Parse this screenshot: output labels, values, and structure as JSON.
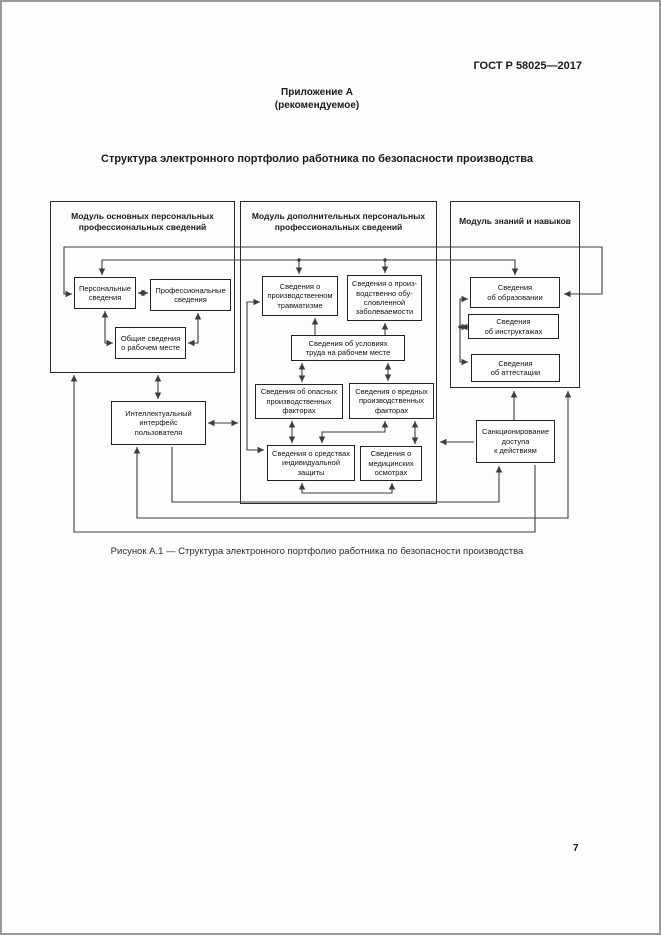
{
  "page": {
    "doc_code": "ГОСТ Р 58025—2017",
    "annex_line1": "Приложение А",
    "annex_line2": "(рекомендуемое)",
    "section_title": "Структура электронного портфолио работника по безопасности производства",
    "figure_caption": "Рисунок А.1 — Структура электронного портфолио работника по безопасности производства",
    "page_number": "7"
  },
  "diagram": {
    "line_color": "#3d3d3d",
    "box_border_color": "#232323",
    "modules": {
      "main": {
        "title": "Модуль основных персональных\nпрофессиональных сведений"
      },
      "additional": {
        "title": "Модуль дополнительных персональных\nпрофессиональных сведений"
      },
      "skills": {
        "title": "Модуль знаний и навыков"
      }
    },
    "boxes": {
      "personal": "Персональные\nсведения",
      "professional": "Профессиональные\nсведения",
      "workplace_common": "Общие сведения\nо рабочем месте",
      "injuries": "Сведения о\nпроизводственном\nтравматизме",
      "occupational_disease": "Сведения о произ-\nводственно обу-\nсловленной\nзаболеваемости",
      "work_conditions": "Сведения об условиях\nтруда на рабочем месте",
      "dangerous_factors": "Сведения об опасных\nпроизводственных\nфакторах",
      "harmful_factors": "Сведения о вредных\nпроизводственных\nфакторах",
      "protective_equipment": "Сведения о средствах\nиндивидуальной\nзащиты",
      "medical_exams": "Сведения о\nмедицинских\nосмотрах",
      "education": "Сведения\nоб образовании",
      "briefings": "Сведения\nоб инструктажах",
      "attestation": "Сведения\nоб аттестации",
      "intelligent_interface": "Интеллектуальный\nинтерфейс\nпользователя",
      "access_authorization": "Санкционирование\nдоступа\nк действиям"
    }
  }
}
